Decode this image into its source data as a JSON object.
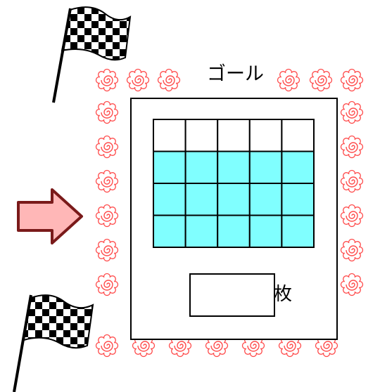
{
  "goal": {
    "title": "ゴール"
  },
  "card_count": {
    "value": "",
    "unit": "枚"
  },
  "grid": {
    "rows": 4,
    "cols": 5,
    "filled_rows": [
      2,
      3,
      4
    ],
    "empty_rows": [
      1
    ]
  },
  "colors": {
    "grid_fill": "#80ffff",
    "border_flower": "#ff4b4b",
    "arrow_fill": "#ffb7b7",
    "arrow_stroke": "#7a1a1a",
    "flag": "#000000"
  },
  "icons": [
    "checkered-flag-icon",
    "right-arrow-icon",
    "spiral-flower-icon"
  ]
}
